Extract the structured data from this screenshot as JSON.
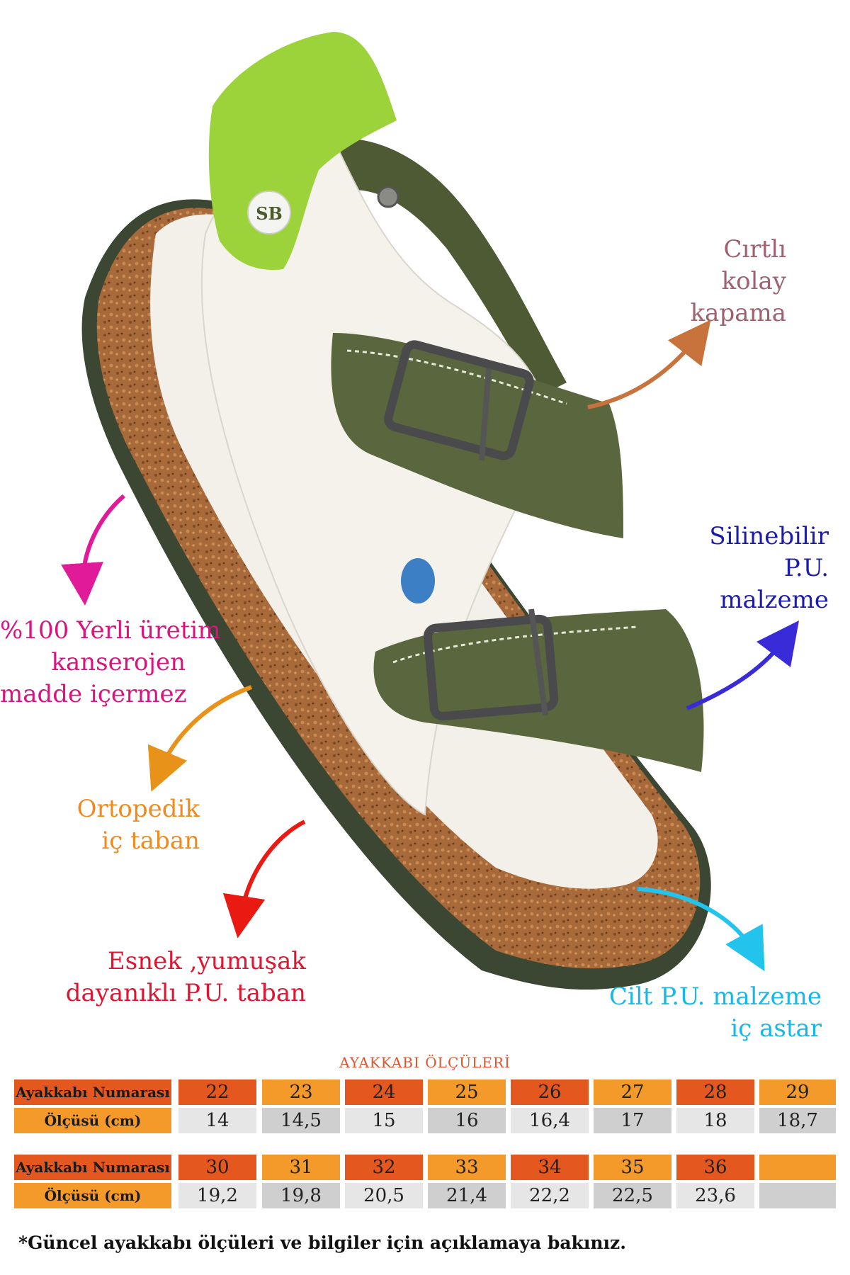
{
  "product": {
    "brand_mark": "SB",
    "image_description_icon": "sandal-product-icon"
  },
  "callouts": {
    "closure": {
      "lines": [
        "Cırtlı",
        "kolay",
        "kapama"
      ],
      "color": "#a0616f",
      "arrow_color": "#c8733c"
    },
    "material": {
      "lines": [
        "Silinebilir",
        "P.U.",
        "malzeme"
      ],
      "color": "#1c1caa",
      "arrow_color": "#3a2bd8"
    },
    "local": {
      "lines": [
        "%100 Yerli üretim",
        "kanserojen",
        "madde içermez"
      ],
      "color": "#d8147e",
      "arrow_color": "#e11a9a"
    },
    "orthopedic": {
      "lines": [
        "Ortopedik",
        "iç taban"
      ],
      "color": "#ef8a1e",
      "arrow_color": "#e9921a"
    },
    "sole": {
      "lines": [
        "Esnek ,yumuşak",
        "dayanıklı P.U. taban"
      ],
      "color": "#e01531",
      "arrow_color": "#e81a12"
    },
    "lining": {
      "lines": [
        "Cilt P.U. malzeme",
        "iç astar"
      ],
      "color": "#18b7e8",
      "arrow_color": "#22c4ee"
    }
  },
  "size_table": {
    "title": "AYAKKABI ÖLÇÜLERİ",
    "number_label": "Ayakkabı Numarası",
    "measure_label": "Ölçüsü (cm)",
    "block1": {
      "numbers": [
        "22",
        "23",
        "24",
        "25",
        "26",
        "27",
        "28",
        "29"
      ],
      "measures": [
        "14",
        "14,5",
        "15",
        "16",
        "16,4",
        "17",
        "18",
        "18,7"
      ]
    },
    "block2": {
      "numbers": [
        "30",
        "31",
        "32",
        "33",
        "34",
        "35",
        "36",
        ""
      ],
      "measures": [
        "19,2",
        "19,8",
        "20,5",
        "21,4",
        "22,2",
        "22,5",
        "23,6",
        ""
      ]
    },
    "colors": {
      "red": "#e4571f",
      "orange": "#f39a2a",
      "light_gray": "#e6e6e6",
      "dark_gray": "#cfcfcf"
    }
  },
  "footnote": "*Güncel ayakkabı ölçüleri ve bilgiler için açıklamaya bakınız."
}
